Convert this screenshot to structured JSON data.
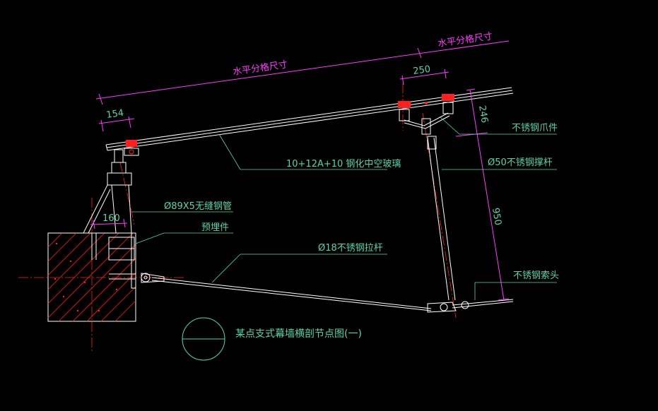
{
  "dimensions": {
    "horizontal_grid_left": "水平分格尺寸",
    "horizontal_grid_right": "水平分格尺寸",
    "dim_154": "154",
    "dim_250": "250",
    "dim_246": "246",
    "dim_950": "950",
    "dim_160": "160"
  },
  "labels": {
    "glass": "10+12A+10 钢化中空玻璃",
    "claw": "不锈钢爪件",
    "strut": "Ø50不锈钢撑杆",
    "steel_pipe": "Ø89X5无缝钢管",
    "embedded": "预埋件",
    "tie_rod": "Ø18不锈钢拉杆",
    "cable_head": "不锈钢索头"
  },
  "title": "某点支式幕墙横剖节点图(一)",
  "colors": {
    "background": "#000000",
    "white_line": "#ffffff",
    "magenta": "#ff3bff",
    "red": "#ff2020",
    "green_text": "#5fd3a8"
  }
}
